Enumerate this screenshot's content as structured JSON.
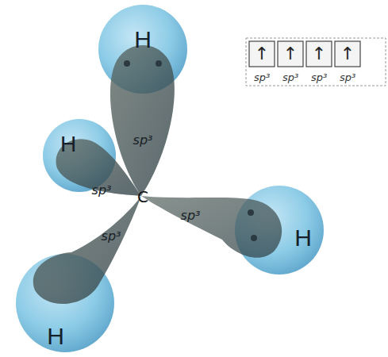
{
  "diagram": {
    "nodes": [
      {
        "text": [
          "H"
        ]
      },
      {
        "text": [
          "H"
        ]
      },
      {
        "text": [
          "H"
        ]
      },
      {
        "text": [
          "H"
        ]
      }
    ],
    "labels": [
      "sp³",
      "sp³",
      "sp³",
      "sp³",
      "C",
      "↑",
      "↑",
      "↑",
      "↑",
      "sp³",
      "sp³",
      "sp³",
      "sp³"
    ]
  }
}
